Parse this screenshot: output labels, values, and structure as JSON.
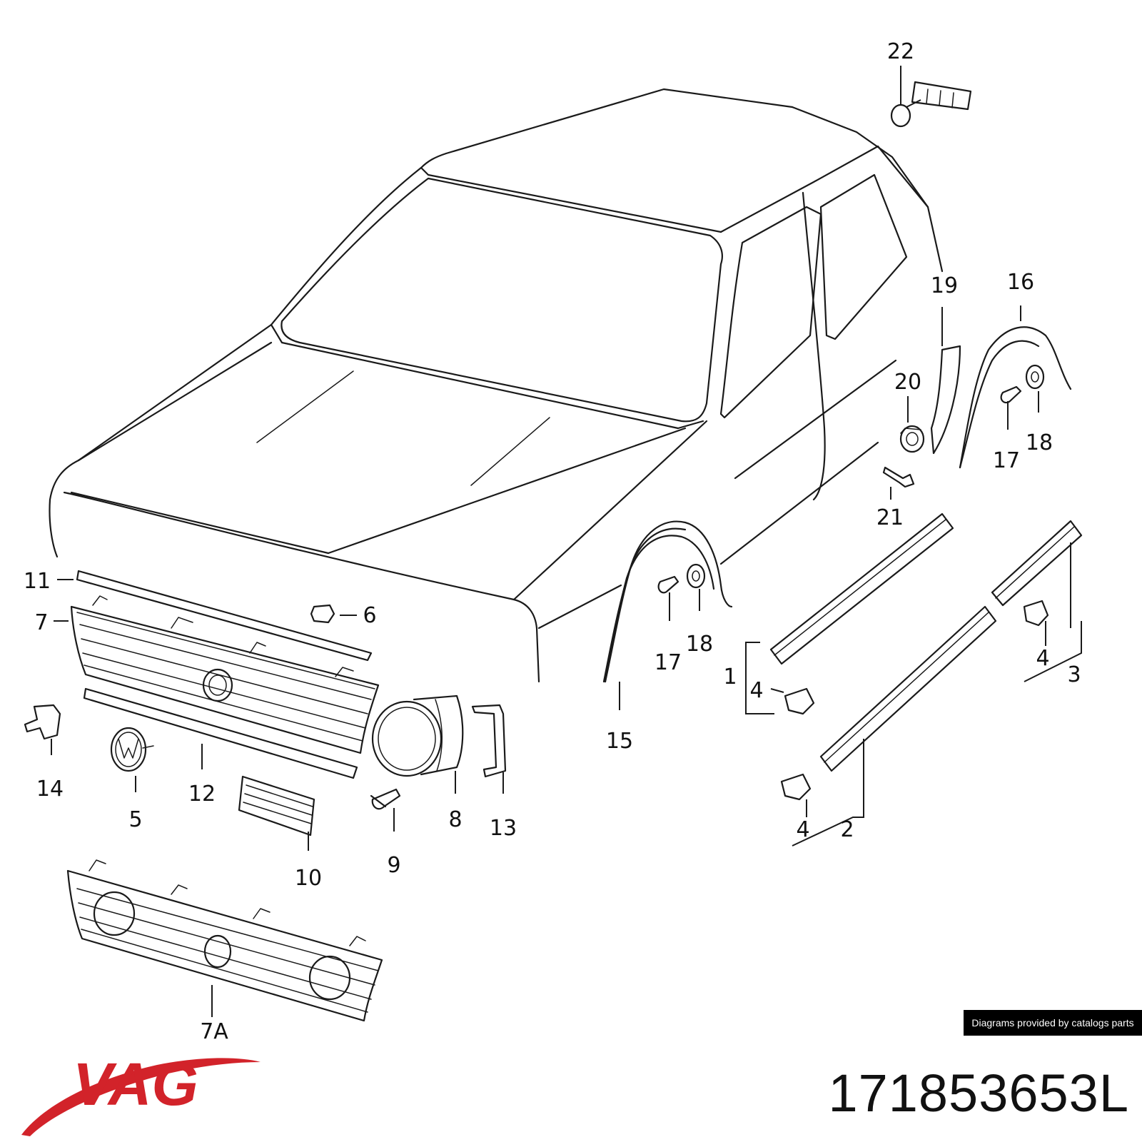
{
  "diagram": {
    "callouts": [
      {
        "id": "c1",
        "text": "1"
      },
      {
        "id": "c2",
        "text": "2"
      },
      {
        "id": "c3",
        "text": "3"
      },
      {
        "id": "c4a",
        "text": "4"
      },
      {
        "id": "c4b",
        "text": "4"
      },
      {
        "id": "c4c",
        "text": "4"
      },
      {
        "id": "c5",
        "text": "5"
      },
      {
        "id": "c6",
        "text": "6"
      },
      {
        "id": "c7",
        "text": "7"
      },
      {
        "id": "c7a",
        "text": "7A"
      },
      {
        "id": "c8",
        "text": "8"
      },
      {
        "id": "c9",
        "text": "9"
      },
      {
        "id": "c10",
        "text": "10"
      },
      {
        "id": "c11",
        "text": "11"
      },
      {
        "id": "c12",
        "text": "12"
      },
      {
        "id": "c13",
        "text": "13"
      },
      {
        "id": "c14",
        "text": "14"
      },
      {
        "id": "c15",
        "text": "15"
      },
      {
        "id": "c16",
        "text": "16"
      },
      {
        "id": "c17a",
        "text": "17"
      },
      {
        "id": "c17b",
        "text": "17"
      },
      {
        "id": "c18a",
        "text": "18"
      },
      {
        "id": "c18b",
        "text": "18"
      },
      {
        "id": "c19",
        "text": "19"
      },
      {
        "id": "c20",
        "text": "20"
      },
      {
        "id": "c21",
        "text": "21"
      },
      {
        "id": "c22",
        "text": "22"
      }
    ]
  },
  "credit": "Diagrams provided by catalogs parts",
  "brand": {
    "name": "VAG",
    "color": "#d2232a"
  },
  "part_number": "171853653L"
}
